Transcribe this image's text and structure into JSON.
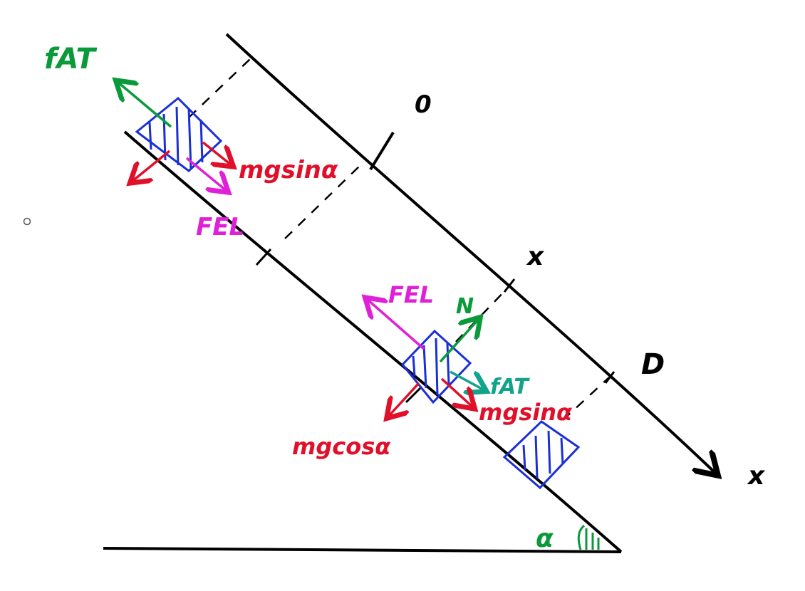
{
  "colors": {
    "ink": "#000000",
    "block": "#1a2fd6",
    "red": "#e0102a",
    "green": "#0a9a3a",
    "teal": "#12a38a",
    "magenta": "#e020d8"
  },
  "labels": {
    "fat_top": "fAT",
    "mgsin_top": "mgsinα",
    "fel_top": "FEL",
    "origin": "0",
    "x_mid": "x",
    "d_mark": "D",
    "x_axis": "x",
    "fel_mid": "FEL",
    "normal": "N",
    "fat_mid": "fAT",
    "mgsin_mid": "mgsinα",
    "mgcos_mid": "mgcosα",
    "angle": "α"
  }
}
